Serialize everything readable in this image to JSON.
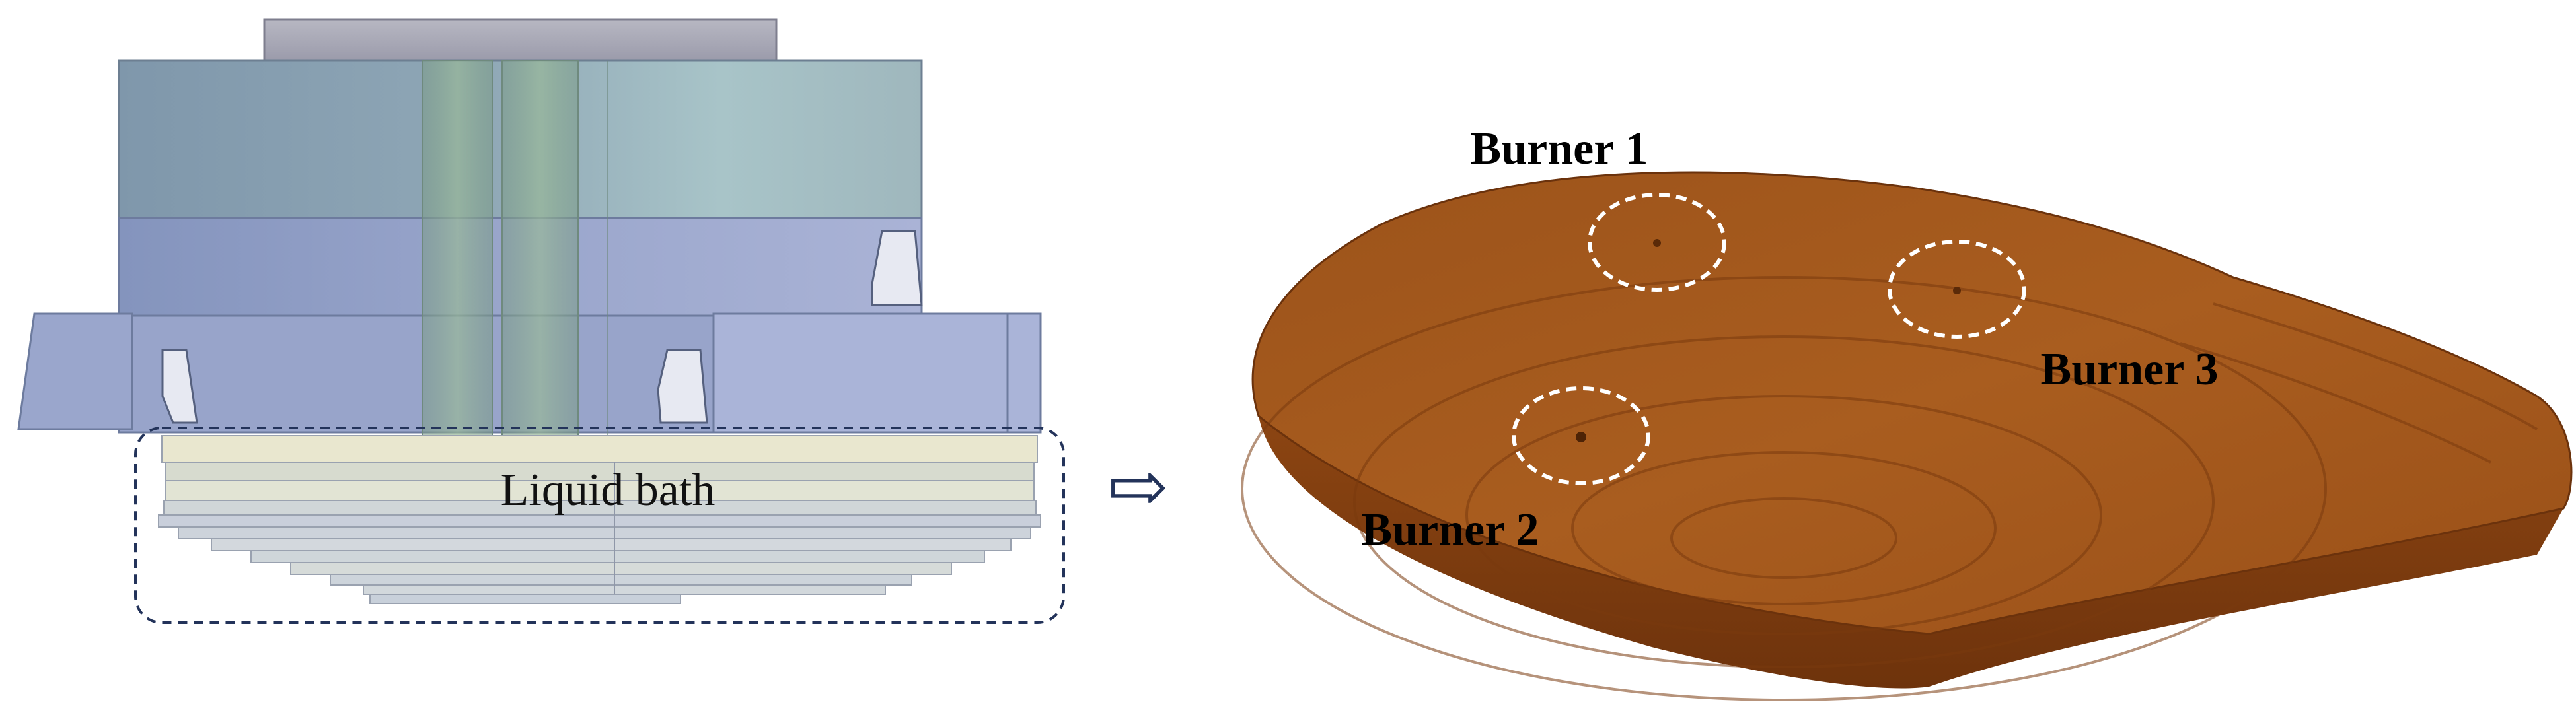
{
  "labels": {
    "liquid_bath": "Liquid bath",
    "burner_1": "Burner 1",
    "burner_2": "Burner 2",
    "burner_3": "Burner 3"
  },
  "arrow": {
    "symbol": "⇨"
  },
  "colors": {
    "furnace_steel": "#8a9cc0",
    "furnace_upper": "#96b0bc",
    "bath_layers": "#c9cdd6",
    "bath_face": "#7f3c0f",
    "bath_top": "#a55a1c",
    "dash_outline": "#23335a",
    "burner_circle": "#ffffff"
  }
}
